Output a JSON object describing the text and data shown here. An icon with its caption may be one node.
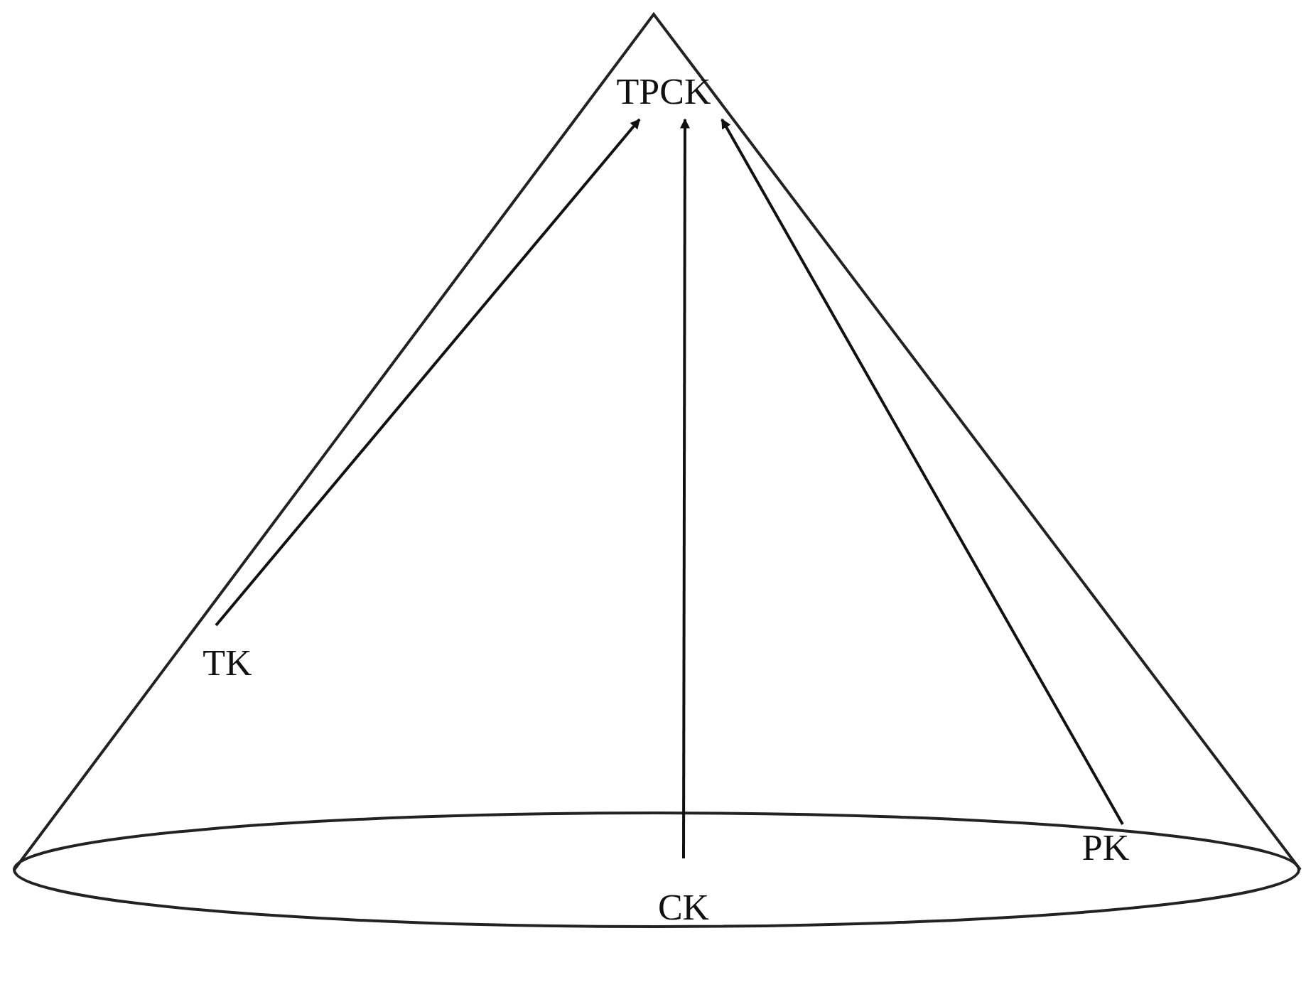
{
  "diagram": {
    "nodes": [
      {
        "text": [
          "TPCK"
        ]
      },
      {
        "text": [
          "TK"
        ]
      },
      {
        "text": [
          "CK"
        ]
      },
      {
        "text": [
          "PK"
        ]
      }
    ],
    "edges": [
      {
        "from": 1,
        "to": 0,
        "arrow": "to"
      },
      {
        "from": 2,
        "to": 0,
        "arrow": "to"
      },
      {
        "from": 3,
        "to": 0,
        "arrow": "to"
      }
    ]
  }
}
